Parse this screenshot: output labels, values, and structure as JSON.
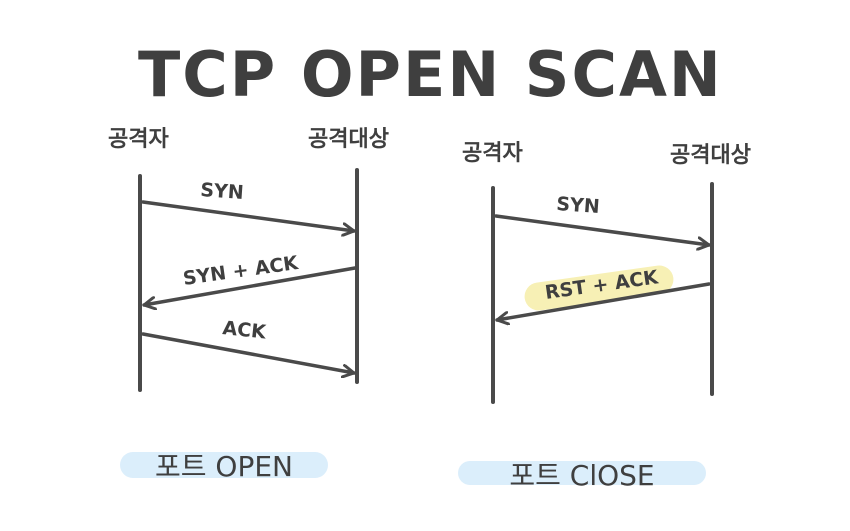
{
  "title": "TCP OPEN SCAN",
  "panels": [
    {
      "attacker_label": "공격자",
      "target_label": "공격대상",
      "messages": [
        "SYN",
        "SYN + ACK",
        "ACK"
      ],
      "result_label": "포트 OPEN"
    },
    {
      "attacker_label": "공격자",
      "target_label": "공격대상",
      "messages": [
        "SYN",
        "RST + ACK"
      ],
      "result_label": "포트 ClOSE"
    }
  ],
  "colors": {
    "ink": "#3f3f3f",
    "port_badge": "#dbeefb",
    "rst_highlight": "#f7f0b5"
  }
}
